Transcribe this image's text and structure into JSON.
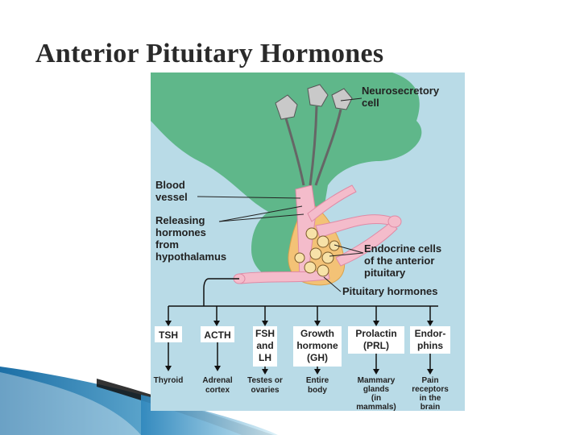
{
  "slide": {
    "title": "Anterior Pituitary Hormones"
  },
  "figure": {
    "neurosecretory_cell": [
      "Neurosecretory",
      "cell"
    ],
    "blood_vessel": [
      "Blood",
      "vessel"
    ],
    "releasing_hormones": [
      "Releasing",
      "hormones",
      "from",
      "hypothalamus"
    ],
    "endocrine_cells": [
      "Endocrine cells",
      "of the anterior",
      "pituitary"
    ],
    "pituitary_hormones": "Pituitary hormones",
    "hormones": [
      {
        "name": [
          "TSH"
        ],
        "target": [
          "Thyroid"
        ]
      },
      {
        "name": [
          "ACTH"
        ],
        "target": [
          "Adrenal",
          "cortex"
        ]
      },
      {
        "name": [
          "FSH",
          "and",
          "LH"
        ],
        "target": [
          "Testes or",
          "ovaries"
        ]
      },
      {
        "name": [
          "Growth",
          "hormone",
          "(GH)"
        ],
        "target": [
          "Entire",
          "body"
        ]
      },
      {
        "name": [
          "Prolactin",
          "(PRL)"
        ],
        "target": [
          "Mammary",
          "glands",
          "(in",
          "mammals)"
        ]
      },
      {
        "name": [
          "Endor-",
          "phins"
        ],
        "target": [
          "Pain",
          "receptors",
          "in the",
          "brain"
        ]
      }
    ]
  },
  "colors": {
    "background_panel": "#b9dbe7",
    "gland_green": "#5fb78a",
    "vessel_pink": "#f4bccb",
    "anterior_orange": "#f3c276"
  }
}
